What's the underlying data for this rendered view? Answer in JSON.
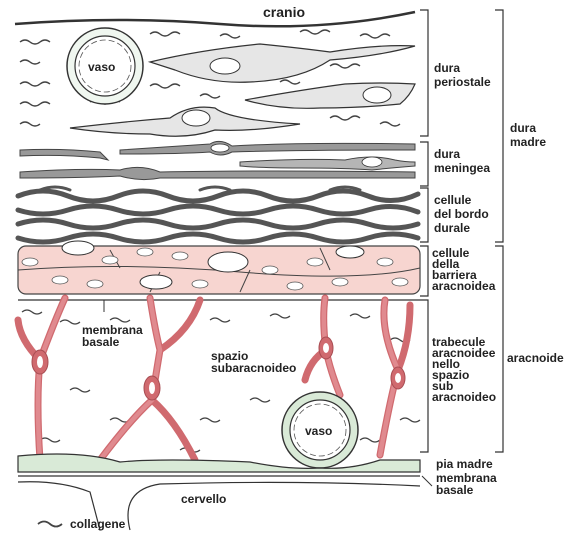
{
  "labels": {
    "cranio": "cranio",
    "dura_periostale": [
      "dura",
      "periostale"
    ],
    "dura_madre": [
      "dura",
      "madre"
    ],
    "dura_meningea": [
      "dura",
      "meningea"
    ],
    "cellule_bordo": [
      "cellule",
      "del bordo",
      "durale"
    ],
    "cellule_barriera": [
      "cellule",
      "della",
      "barriera",
      "aracnoidea"
    ],
    "trabecule": [
      "trabecule",
      "aracnoidee",
      "nello",
      "spazio",
      "sub",
      "aracnoideo"
    ],
    "aracnoide": "aracnoide",
    "pia_madre": "pia madre",
    "membrana_basale_right": [
      "membrana",
      "basale"
    ],
    "membrana_basale_left": [
      "membrana",
      "basale"
    ],
    "spazio_subaracnoideo": [
      "spazio",
      "subaracnoideo"
    ],
    "vaso_top": "vaso",
    "vaso_bottom": "vaso",
    "cervello": "cervello",
    "collagene": "collagene"
  },
  "colors": {
    "line": "#333333",
    "fibroblast": "#e6e6e6",
    "border_cell": "#555555",
    "barrier_cell": "#f7d5d0",
    "trabecula": "#d06a6f",
    "pia": "#d9ead7"
  }
}
